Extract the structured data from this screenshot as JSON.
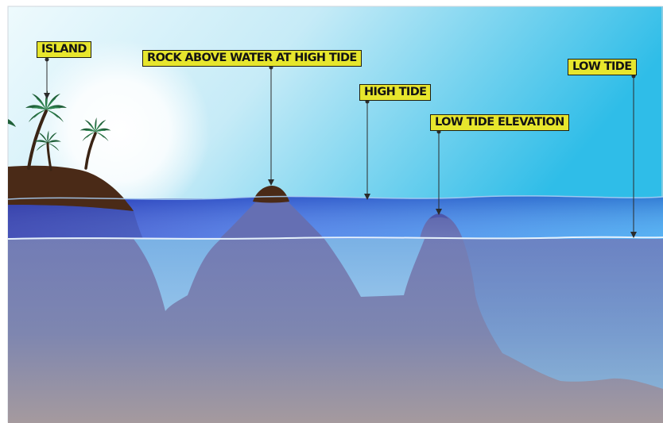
{
  "labels": {
    "island": "ISLAND",
    "rock_above_water": "ROCK ABOVE WATER AT HIGH TIDE",
    "high_tide": "HIGH TIDE",
    "low_tide_elevation": "LOW TIDE ELEVATION",
    "low_tide": "LOW TIDE"
  },
  "colors": {
    "label_fill": "#e7e62d",
    "leader_line": "#2b2b2b",
    "island_earth": "#4a2a17",
    "palm_fronds": "#1e5c35",
    "sky_top": "#3dc3ea",
    "deep_water": "#6a76b4"
  }
}
